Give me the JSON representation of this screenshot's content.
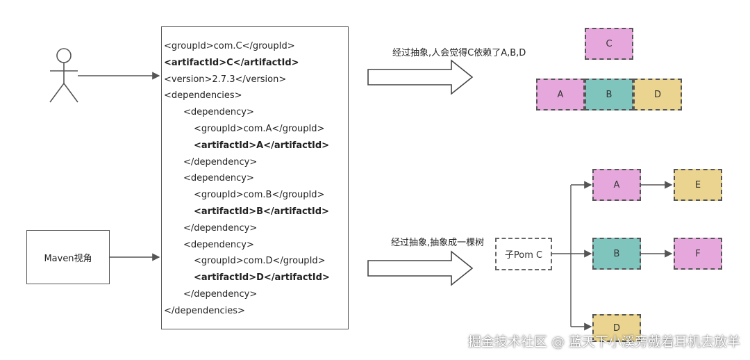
{
  "pom_lines": [
    {
      "text": "<groupId>com.C</groupId>",
      "bold": false
    },
    {
      "text": "<artifactId>C</artifactId>",
      "bold": true
    },
    {
      "text": "<version>2.7.3</version>",
      "bold": false
    },
    {
      "text": "<dependencies>",
      "bold": false
    },
    {
      "text": "<dependency>",
      "bold": false
    },
    {
      "text": "<groupId>com.A</groupId>",
      "bold": false
    },
    {
      "text": "<artifactId>A</artifactId>",
      "bold": true
    },
    {
      "text": "</dependency>",
      "bold": false
    },
    {
      "text": "<dependency>",
      "bold": false
    },
    {
      "text": "<groupId>com.B</groupId>",
      "bold": false
    },
    {
      "text": "<artifactId>B</artifactId>",
      "bold": true
    },
    {
      "text": "</dependency>",
      "bold": false
    },
    {
      "text": "<dependency>",
      "bold": false
    },
    {
      "text": "<groupId>com.D</groupId>",
      "bold": false
    },
    {
      "text": "<artifactId>D</artifactId>",
      "bold": true
    },
    {
      "text": "</dependency>",
      "bold": false
    },
    {
      "text": "</dependencies>",
      "bold": false
    }
  ],
  "maven_label": "Maven视角",
  "caption_human": "经过抽象,人会觉得C依赖了A,B,D",
  "caption_maven": "经过抽象,抽象成一棵树",
  "human_nodes": {
    "c": "C",
    "a": "A",
    "b": "B",
    "d": "D"
  },
  "tree_nodes": {
    "root": "子Pom C",
    "a": "A",
    "b": "B",
    "d": "D",
    "e": "E",
    "f": "F"
  },
  "colors": {
    "pink": "#e6a8dc",
    "teal": "#7fc4bd",
    "sand": "#ead48f"
  },
  "watermark": "掘金技术社区 @ 蓝天下小溪旁戴着耳机去放羊"
}
